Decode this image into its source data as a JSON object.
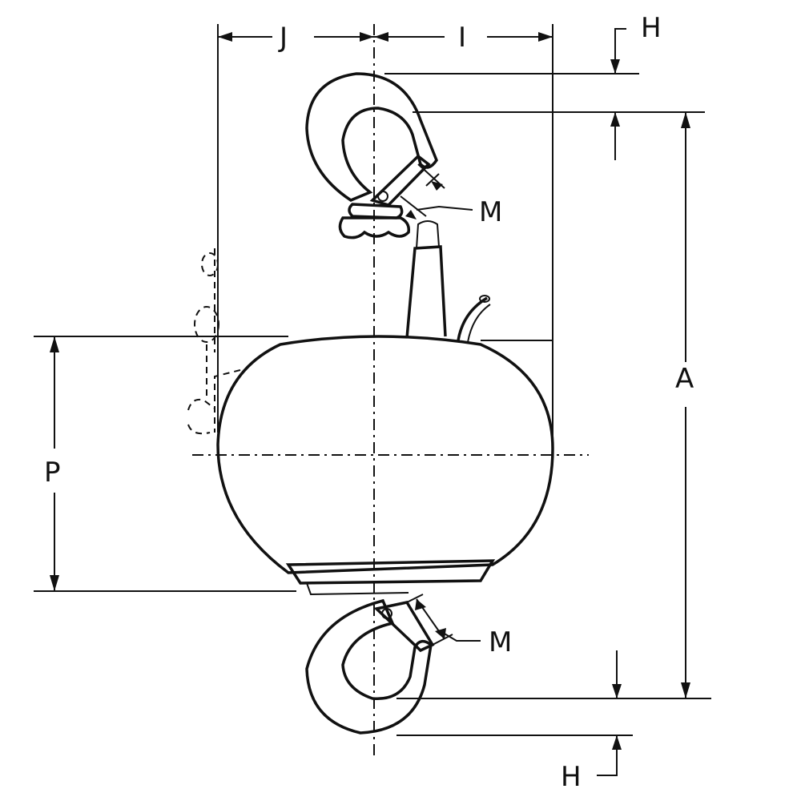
{
  "diagram": {
    "labels": {
      "J": "J",
      "I": "I",
      "H_top": "H",
      "H_bottom": "H",
      "M_top": "M",
      "M_bottom": "M",
      "A": "A",
      "P": "P"
    },
    "line_color": "#111111",
    "background": "#ffffff"
  }
}
